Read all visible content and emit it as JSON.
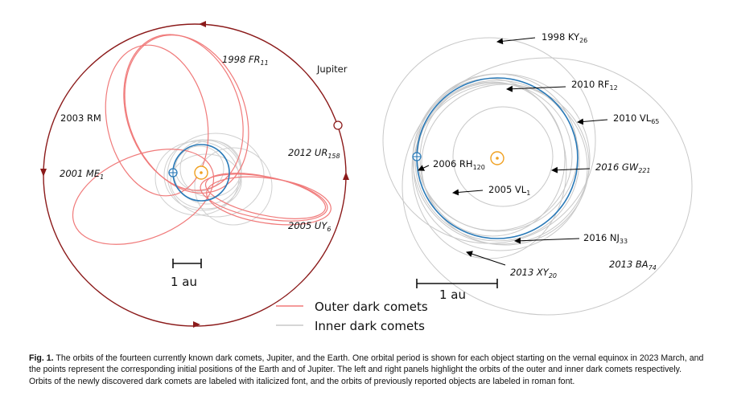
{
  "colors": {
    "outer": "#f07a7a",
    "inner": "#c8c8c8",
    "earth": "#2a7ab8",
    "jupiter": "#8b1a1a",
    "sun": "#f0a020"
  },
  "left_panel": {
    "labels": {
      "fr11": {
        "main": "1998 FR",
        "sub": "11"
      },
      "jupiter": "Jupiter",
      "rm": "2003 RM",
      "ur158": {
        "main": "2012 UR",
        "sub": "158"
      },
      "me1": {
        "main": "2001 ME",
        "sub": "1"
      },
      "uy6": {
        "main": "2005 UY",
        "sub": "6"
      }
    },
    "scale": "1 au"
  },
  "right_panel": {
    "labels": {
      "ky26": {
        "main": "1998 KY",
        "sub": "26"
      },
      "rf12": {
        "main": "2010 RF",
        "sub": "12"
      },
      "vl65": {
        "main": "2010 VL",
        "sub": "65"
      },
      "rh120": {
        "main": "2006 RH",
        "sub": "120"
      },
      "gw221": {
        "main": "2016 GW",
        "sub": "221"
      },
      "vl1": {
        "main": "2005 VL",
        "sub": "1"
      },
      "nj33": {
        "main": "2016 NJ",
        "sub": "33"
      },
      "xy20": {
        "main": "2013 XY",
        "sub": "20"
      },
      "ba74": {
        "main": "2013 BA",
        "sub": "74"
      }
    },
    "scale": "1 au"
  },
  "legend": {
    "outer": "Outer dark comets",
    "inner": "Inner dark comets"
  },
  "caption": {
    "label": "Fig. 1.",
    "text": "The orbits of the fourteen currently known dark comets, Jupiter, and the Earth. One orbital period is shown for each object starting on the vernal equinox in 2023 March, and the points represent the corresponding initial positions of the Earth and of Jupiter. The left and right panels highlight the orbits of the outer and inner dark comets respectively. Orbits of the newly discovered dark comets are labeled with italicized font, and the orbits of previously reported objects are labeled in roman font."
  }
}
